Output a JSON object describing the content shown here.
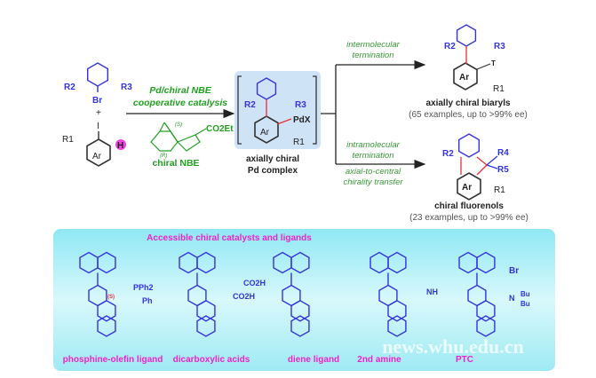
{
  "colors": {
    "accent_blue": "#3333dd",
    "green": "#22a022",
    "magenta": "#ee22cc",
    "new_bond": "#e8303a",
    "panel": "#b8f2f8"
  },
  "reactants": {
    "r2": "R2",
    "r3": "R3",
    "br": "Br",
    "plus": "+",
    "iodo": "I",
    "r1": "R1",
    "ar": "Ar",
    "h": "H"
  },
  "conditions": {
    "line1": "Pd/chiral NBE",
    "line2": "cooperative catalysis",
    "nbe_s": "(S)",
    "nbe_r": "(R)",
    "co2et": "CO2Et",
    "nbe_label": "chiral NBE"
  },
  "intermediate": {
    "r2": "R2",
    "r3": "R3",
    "pdx": "PdX",
    "ar": "Ar",
    "r1": "R1",
    "label1": "axially chiral",
    "label2": "Pd complex"
  },
  "paths": {
    "upper": {
      "line1": "intermolecular",
      "line2": "termination"
    },
    "lower": {
      "line1": "intramolecular",
      "line2": "termination",
      "line3": "axial-to-central",
      "line4": "chirality transfer"
    }
  },
  "products": {
    "biaryl": {
      "r2": "R2",
      "r3": "R3",
      "t": "T",
      "ar": "Ar",
      "r1": "R1",
      "name": "axially chiral biaryls",
      "note": "(65 examples, up to >99% ee)"
    },
    "fluorenol": {
      "r2": "R2",
      "r4": "R4",
      "r5": "R5",
      "ar": "Ar",
      "r1": "R1",
      "name": "chiral fluorenols",
      "note": "(23 examples, up to >99% ee)"
    }
  },
  "panel": {
    "title": "Accessible chiral catalysts and ligands",
    "items": [
      {
        "label": "phosphine-olefin ligand",
        "sub1": "PPh2",
        "sub2": "Ph",
        "stereo": "(S)"
      },
      {
        "label": "dicarboxylic acids",
        "sub1": "CO2H",
        "sub2": "CO2H"
      },
      {
        "label": "diene ligand"
      },
      {
        "label": "2nd amine",
        "sub1": "NH"
      },
      {
        "label": "PTC",
        "sub1": "Br",
        "sub2": "N",
        "sub3": "Bu",
        "sub4": "Bu"
      }
    ],
    "watermark": "news.whu.edu.cn"
  }
}
